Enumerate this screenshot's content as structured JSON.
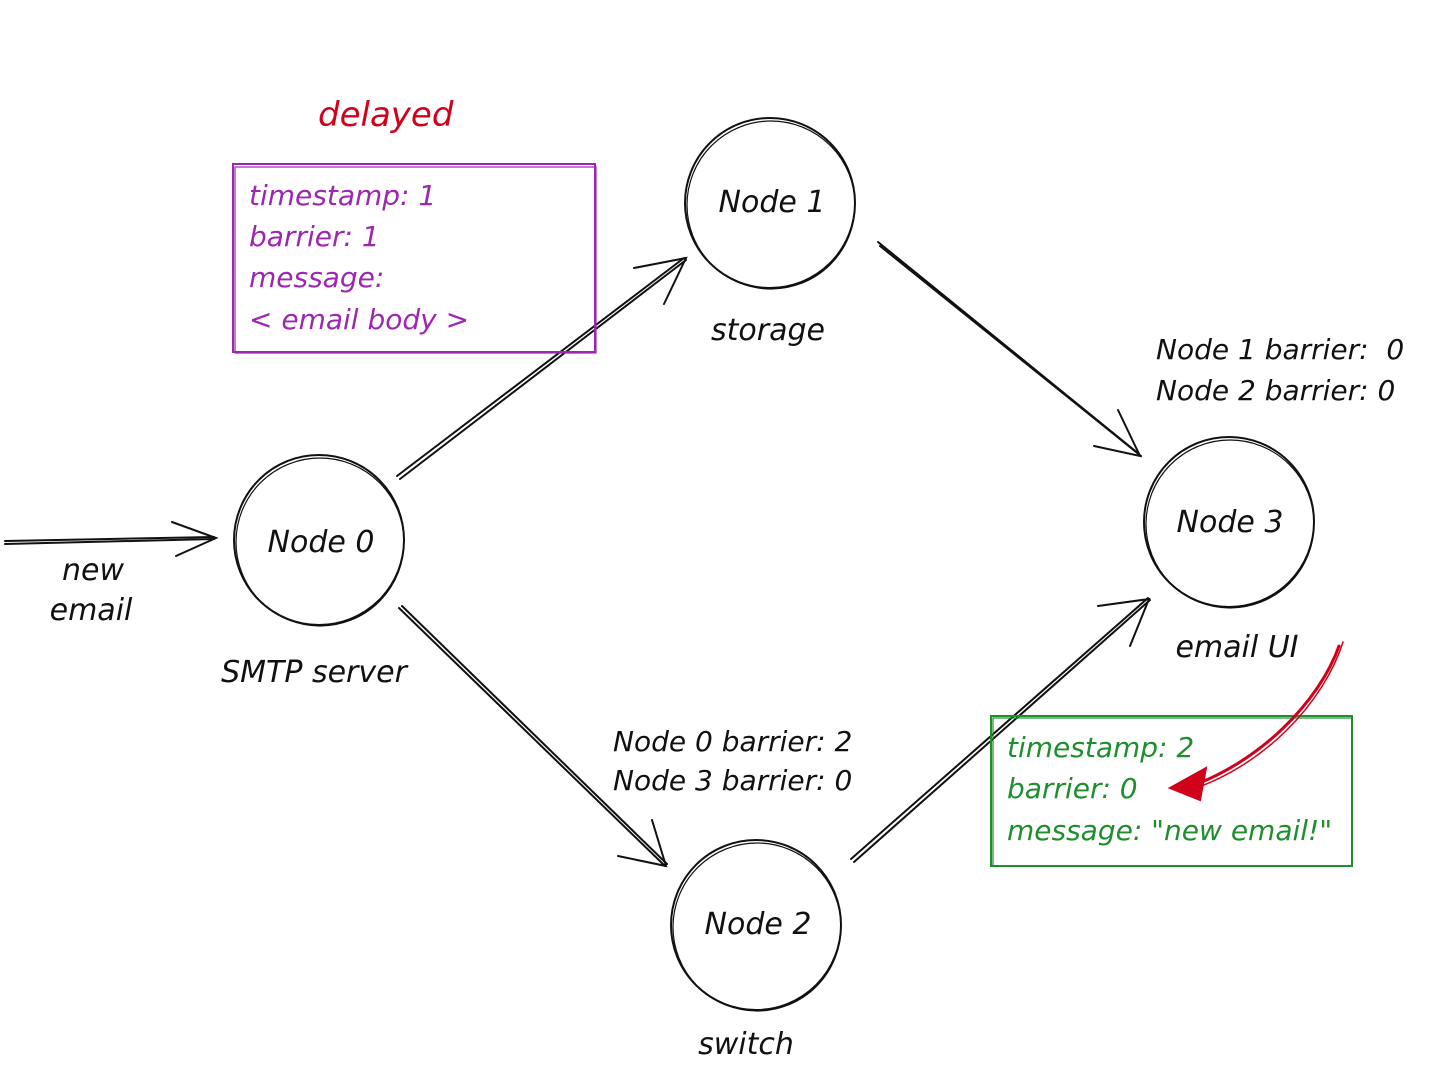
{
  "nodes": [
    {
      "id": "node0",
      "label": "Node 0",
      "caption": "SMTP server"
    },
    {
      "id": "node1",
      "label": "Node 1",
      "caption": "storage"
    },
    {
      "id": "node2",
      "label": "Node 2",
      "caption": "switch"
    },
    {
      "id": "node3",
      "label": "Node 3",
      "caption": "email UI"
    }
  ],
  "input": {
    "line1": "new",
    "line2": "email"
  },
  "delayed_label": "delayed",
  "message_box_delayed": {
    "lines": [
      "timestamp: 1",
      "barrier: 1",
      "message:",
      "< email body >"
    ]
  },
  "message_box_new": {
    "lines": [
      "timestamp: 2",
      "barrier: 0",
      "message: \"new email!\""
    ]
  },
  "barriers_node3": {
    "lines": [
      "Node 1 barrier:  0",
      "Node 2 barrier: 0"
    ]
  },
  "barriers_node2": {
    "lines": [
      "Node 0 barrier: 2",
      "Node 3 barrier: 0"
    ]
  },
  "colors": {
    "ink": "#111111",
    "purple": "#9c27b0",
    "green": "#1e8e2e",
    "red": "#d0021b"
  }
}
